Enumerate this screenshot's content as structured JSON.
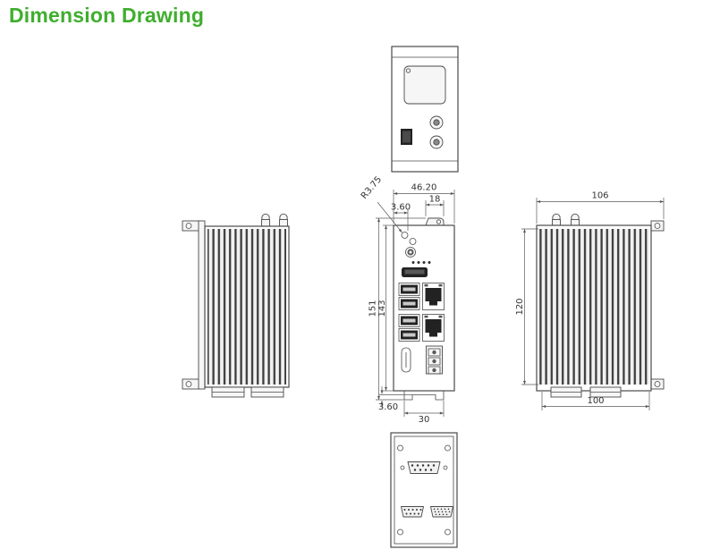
{
  "title": "Dimension Drawing",
  "colors": {
    "title_green": "#3fae2e",
    "drawing_line": "#4a4a4a",
    "dimension_text": "#333333"
  },
  "front_view": {
    "dim_width_total": "46.20",
    "dim_clip_top_width": "18",
    "dim_hole_offset": "3.60",
    "dim_hole_radius": "R3.75",
    "dim_height_total": "151",
    "dim_height_body": "143",
    "dim_clip_step": "3.60",
    "dim_clip_width": "30"
  },
  "right_side_view": {
    "dim_width_top": "106",
    "dim_fin_height": "120",
    "dim_width_bottom": "100"
  }
}
